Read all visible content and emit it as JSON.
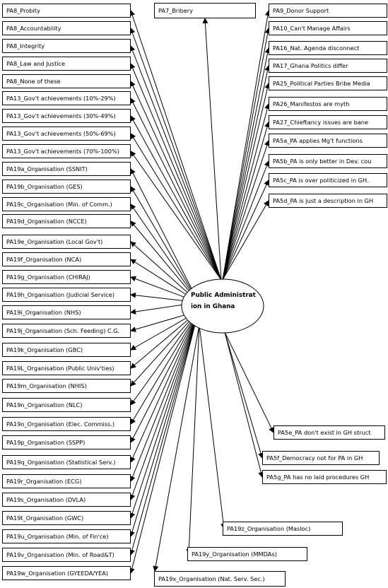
{
  "center": {
    "label": "Public Administration in Ghana"
  },
  "nodes": [
    {
      "id": "n1",
      "label": "PA8_Probity"
    },
    {
      "id": "n2",
      "label": "PA8_Accountability"
    },
    {
      "id": "n3",
      "label": "PA8_Integrity"
    },
    {
      "id": "n4",
      "label": "PA8_Law and Justice"
    },
    {
      "id": "n5",
      "label": "PA8_None of these"
    },
    {
      "id": "n6",
      "label": "PA13_Gov't achievements (10%-29%)"
    },
    {
      "id": "n7",
      "label": "PA13_Gov't achievements (30%-49%)"
    },
    {
      "id": "n8",
      "label": "PA13_Gov't achievements (50%-69%)"
    },
    {
      "id": "n9",
      "label": "PA13_Gov't achievements (70%-100%)"
    },
    {
      "id": "n10",
      "label": "PA19a_Organisation (SSNIT)"
    },
    {
      "id": "n11",
      "label": "PA19b_Organisation (GES)"
    },
    {
      "id": "n12",
      "label": "PA19c_Organisation (Min. of Comm.)"
    },
    {
      "id": "n13",
      "label": "PA19d_Organisation (NCCE)"
    },
    {
      "id": "n14",
      "label": "PA19e_Organisation (Local Gov't)"
    },
    {
      "id": "n15",
      "label": "PA19f_Organisation (NCA)"
    },
    {
      "id": "n16",
      "label": "PA19g_Organisation (CHIRAJ)"
    },
    {
      "id": "n17",
      "label": "PA19h_Organisation (Judicial Service)"
    },
    {
      "id": "n18",
      "label": "PA19i_Organisation (NHS)"
    },
    {
      "id": "n19",
      "label": "PA19j_Organisation (Sch. Feeding) C.G."
    },
    {
      "id": "n20",
      "label": "PA19k_Organisation (GBC)"
    },
    {
      "id": "n21",
      "label": "PA19L_Organisation (Public Univ'ties)"
    },
    {
      "id": "n22",
      "label": "PA19m_Organisation (NHIS)"
    },
    {
      "id": "n23",
      "label": "PA19n_Organisation (NLC)"
    },
    {
      "id": "n24",
      "label": "PA19o_Organisation (Elec. Commiss.)"
    },
    {
      "id": "n25",
      "label": "PA19p_Organisation (SSPP)"
    },
    {
      "id": "n26",
      "label": "PA19q_Organisation (Statistical Serv.)"
    },
    {
      "id": "n27",
      "label": "PA19r_Organisation (ECG)"
    },
    {
      "id": "n28",
      "label": "PA19s_Organisation (DVLA)"
    },
    {
      "id": "n29",
      "label": "PA19t_Organisation (GWC)"
    },
    {
      "id": "n30",
      "label": "PA19u_Organisation (Min. of Fin'ce)"
    },
    {
      "id": "n31",
      "label": "PA19v_Organisation (Min. of Road&T)"
    },
    {
      "id": "n32",
      "label": "PA19w_Organisation (GYEEDA/YEA)"
    },
    {
      "id": "n33",
      "label": "PA7_Bribery"
    },
    {
      "id": "n34",
      "label": "PA9_Donor Support"
    },
    {
      "id": "n35",
      "label": "PA10_Can't Manage Affairs"
    },
    {
      "id": "n36",
      "label": "PA16_Nat. Agenda disconnect"
    },
    {
      "id": "n37",
      "label": "PA17_Ghana Politics differ"
    },
    {
      "id": "n38",
      "label": "PA25_Political Parties Bribe Media"
    },
    {
      "id": "n39",
      "label": "PA26_Manifestos are myth"
    },
    {
      "id": "n40",
      "label": "PA27_Chieftancy issues are bane"
    },
    {
      "id": "n41",
      "label": "PA5a_PA applies Mg't functions"
    },
    {
      "id": "n42",
      "label": "PA5b_PA is only better in Dev. cou"
    },
    {
      "id": "n43",
      "label": "PA5c_PA is over politicized in GH."
    },
    {
      "id": "n44",
      "label": "PA5d_PA is just a description in GH"
    },
    {
      "id": "n45",
      "label": "PA5e_PA don't exist in GH struct"
    },
    {
      "id": "n46",
      "label": "PA5f_Democracy not for PA in GH"
    },
    {
      "id": "n47",
      "label": "PA5g_PA has no laid procedures GH"
    },
    {
      "id": "n48",
      "label": "PA19z_Organisation (Masloc)"
    },
    {
      "id": "n49",
      "label": "PA19y_Organisation (MMDAs)"
    },
    {
      "id": "n50",
      "label": "PA19x_Organisation (Nat. Serv. Sec.)"
    }
  ]
}
